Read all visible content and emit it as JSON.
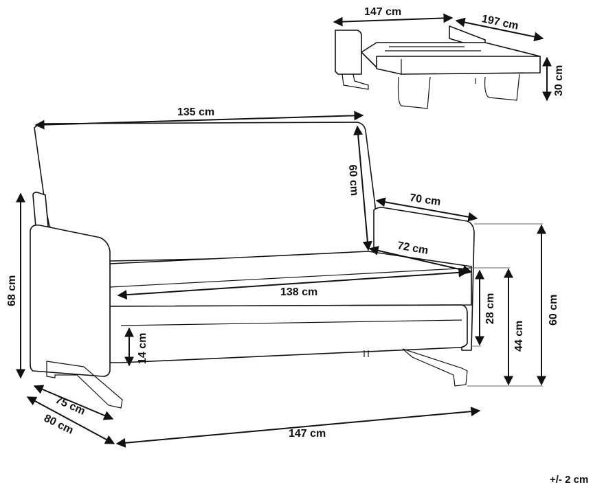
{
  "labels": {
    "bed_width": "147 cm",
    "bed_length": "197 cm",
    "bed_height": "30 cm",
    "back_width": "135 cm",
    "back_height": "60 cm",
    "armrest_depth": "70 cm",
    "seat_depth": "72 cm",
    "seat_width": "138 cm",
    "total_height": "68 cm",
    "seat_thickness": "28 cm",
    "seat_height": "44 cm",
    "arm_height": "60 cm",
    "leg_clearance": "14 cm",
    "depth_inner": "75 cm",
    "depth_outer": "80 cm",
    "total_width": "147 cm"
  },
  "tolerance": "+/- 2 cm"
}
